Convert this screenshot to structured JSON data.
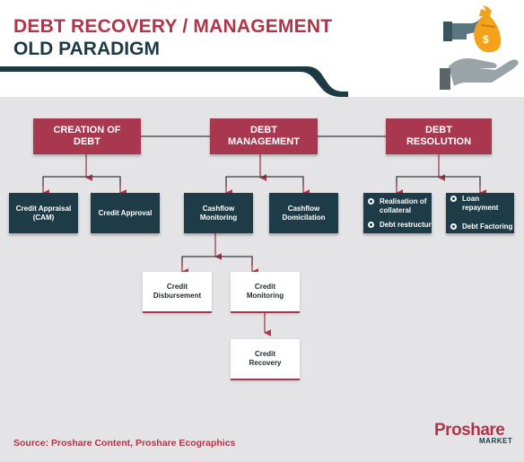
{
  "header": {
    "title_line1": "DEBT RECOVERY / MANAGEMENT",
    "title_line2": "OLD PARADIGM"
  },
  "stages": {
    "creation": "CREATION OF\nDEBT",
    "management": "DEBT\nMANAGEMENT",
    "resolution": "DEBT\nRESOLUTION"
  },
  "creation_children": {
    "credit_appraisal": "Credit Appraisal\n(CAM)",
    "credit_approval": "Credit Approval"
  },
  "management_children": {
    "cashflow_monitoring": "Cashflow\nMonitoring",
    "cashflow_domicilation": "Cashflow\nDomicilation"
  },
  "monitoring_children": {
    "credit_disbursement": "Credit\nDisbursement",
    "credit_monitoring": "Credit\nMonitoring"
  },
  "monitoring_result": {
    "credit_recovery": "Credit\nRecovery"
  },
  "resolution_children": {
    "left_items": [
      "Realisation of\ncollateral",
      "Debt restructuring"
    ],
    "right_items": [
      "Loan repayment",
      "Debt Factoring"
    ]
  },
  "footer": {
    "source": "Source: Proshare Content, Proshare Ecographics",
    "logo_main": "Proshare",
    "logo_sub": "MARKET"
  },
  "colors": {
    "accent_red": "#a8374f",
    "dark_teal": "#1e3c48",
    "background": "#e4e4e6"
  },
  "icons": {
    "header_icon": "hand-holding-money-bag-icon",
    "list_bullet": "circle-bullet-icon"
  }
}
